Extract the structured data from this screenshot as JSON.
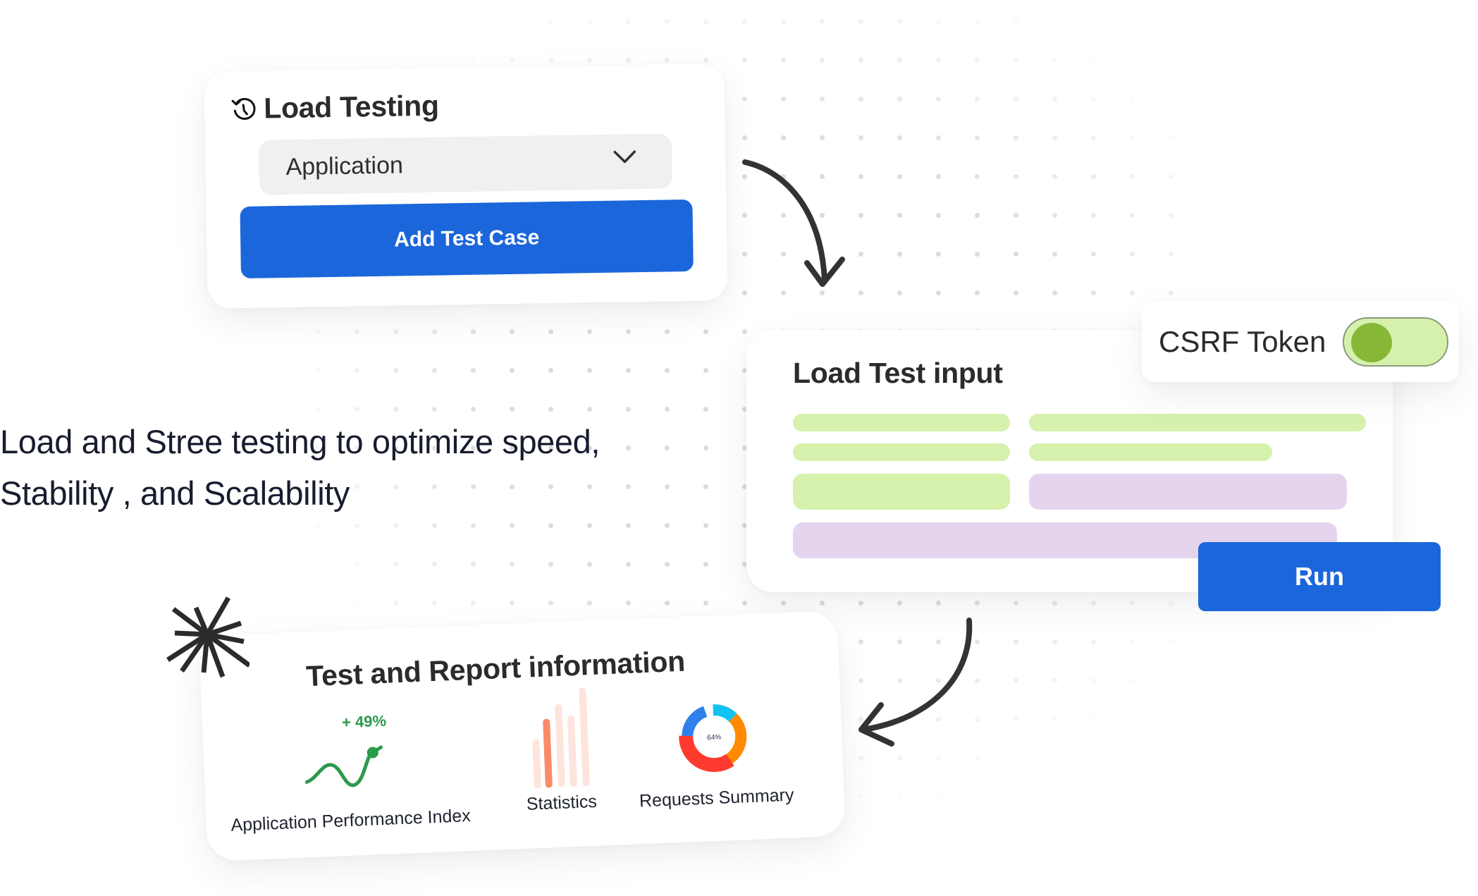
{
  "load_testing_card": {
    "title": "Load Testing",
    "icon": "history-clock-icon",
    "dropdown": {
      "selected": "Application",
      "icon": "chevron-down-icon"
    },
    "add_button_label": "Add Test Case"
  },
  "tagline": {
    "line1": "Load and Stree testing to optimize speed,",
    "line2": "Stability , and Scalability"
  },
  "load_test_input_card": {
    "title": "Load Test input",
    "placeholder_bars": [
      {
        "color": "#d5f1ac"
      },
      {
        "color": "#d5f1ac"
      },
      {
        "color": "#d5f1ac"
      },
      {
        "color": "#d5f1ac"
      },
      {
        "color": "#d5f1ac"
      },
      {
        "color": "#e4d4ee"
      },
      {
        "color": "#e4d4ee"
      }
    ],
    "run_button_label": "Run"
  },
  "csrf_card": {
    "label": "CSRF Token",
    "toggle_on": true
  },
  "report_card": {
    "title": "Test and Report information",
    "metrics": [
      {
        "label": "Application Performance Index",
        "change": "+ 49%",
        "icon": "sparkline-icon"
      },
      {
        "label": "Statistics",
        "icon": "bar-chart-icon"
      },
      {
        "label": "Requests Summary",
        "center_value": "64%",
        "icon": "donut-chart-icon"
      }
    ]
  },
  "colors": {
    "primary_blue": "#1b66db",
    "green_light": "#d5f1ac",
    "green_knob": "#86b737",
    "purple_light": "#e4d4ee",
    "apdex_green": "#2a9a4b",
    "bar_light": "#fde4dc",
    "bar_strong": "#fb8a68",
    "donut_blue": "#2f80ed",
    "donut_cyan": "#12c2f0",
    "donut_orange": "#ff8a00",
    "donut_red": "#ff3b2f"
  },
  "chart_data": [
    {
      "type": "line",
      "title": "Application Performance Index",
      "annotation": "+ 49%",
      "x": [
        0,
        1,
        2,
        3,
        4,
        5
      ],
      "values": [
        0.2,
        0.55,
        0.25,
        0.05,
        0.7,
        0.85
      ]
    },
    {
      "type": "bar",
      "title": "Statistics",
      "categories": [
        "1",
        "2",
        "3",
        "4",
        "5"
      ],
      "values": [
        45,
        68,
        82,
        72,
        100
      ],
      "highlighted_index": 1
    },
    {
      "type": "pie",
      "title": "Requests Summary",
      "center_label": "64%",
      "series": [
        {
          "name": "blue",
          "value": 20
        },
        {
          "name": "cyan",
          "value": 13
        },
        {
          "name": "orange",
          "value": 31
        },
        {
          "name": "red",
          "value": 36
        }
      ]
    }
  ]
}
